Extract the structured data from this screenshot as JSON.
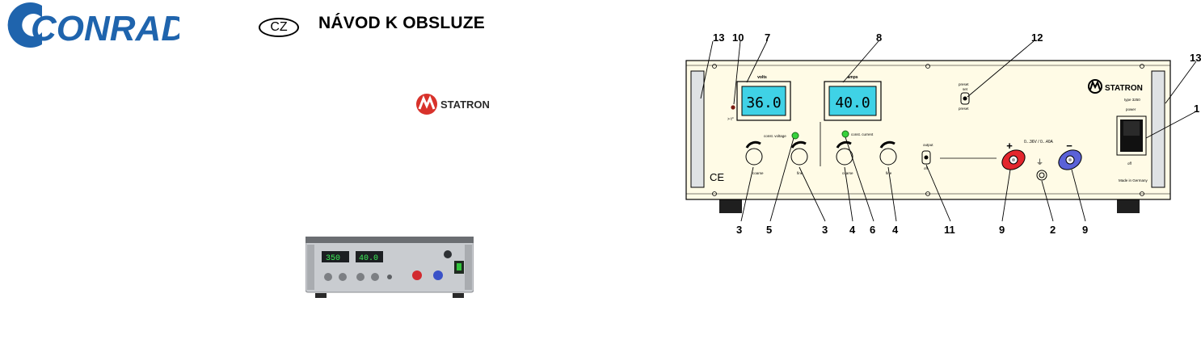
{
  "header": {
    "brand": "CONRAD",
    "country_code": "CZ",
    "title": "NÁVOD K OBSLUZE"
  },
  "product_logo": "STATRON",
  "photo": {
    "volts_display": "350",
    "amps_display": "40.0"
  },
  "diagram": {
    "callouts_top": [
      "13",
      "10",
      "7",
      "8",
      "12",
      "13"
    ],
    "callout_right": "1",
    "callouts_bottom": [
      "3",
      "5",
      "3",
      "4",
      "6",
      "4",
      "11",
      "9",
      "2",
      "9"
    ],
    "volts_label": "volts",
    "amps_label": "amps",
    "volts_value": "36.0",
    "amps_value": "40.0",
    "const_voltage_label": "const. voltage",
    "const_current_label": "const. current",
    "coarse_label": "coarse",
    "fine_label": "fine",
    "output_label": "output",
    "off_label": "off",
    "preset_label": "preset",
    "set_label": "set",
    "brand": "STATRON",
    "type_label": "type 3250",
    "power_label": "power",
    "power_off_label": "off",
    "range_label": "0...36V / 0...40A",
    "made_in": "Made in Germany",
    "plus_sign": "+",
    "minus_sign": "−",
    "ce_mark": "CE",
    "temp_label": "> t°"
  },
  "colors": {
    "conrad_blue": "#1f64ad",
    "statron_red": "#d8322b",
    "display_cyan": "#3fd2e6",
    "panel_cream": "#fffbe6",
    "led_green": "#36d23c",
    "terminal_red": "#e3262d",
    "terminal_blue": "#5a62d8"
  }
}
